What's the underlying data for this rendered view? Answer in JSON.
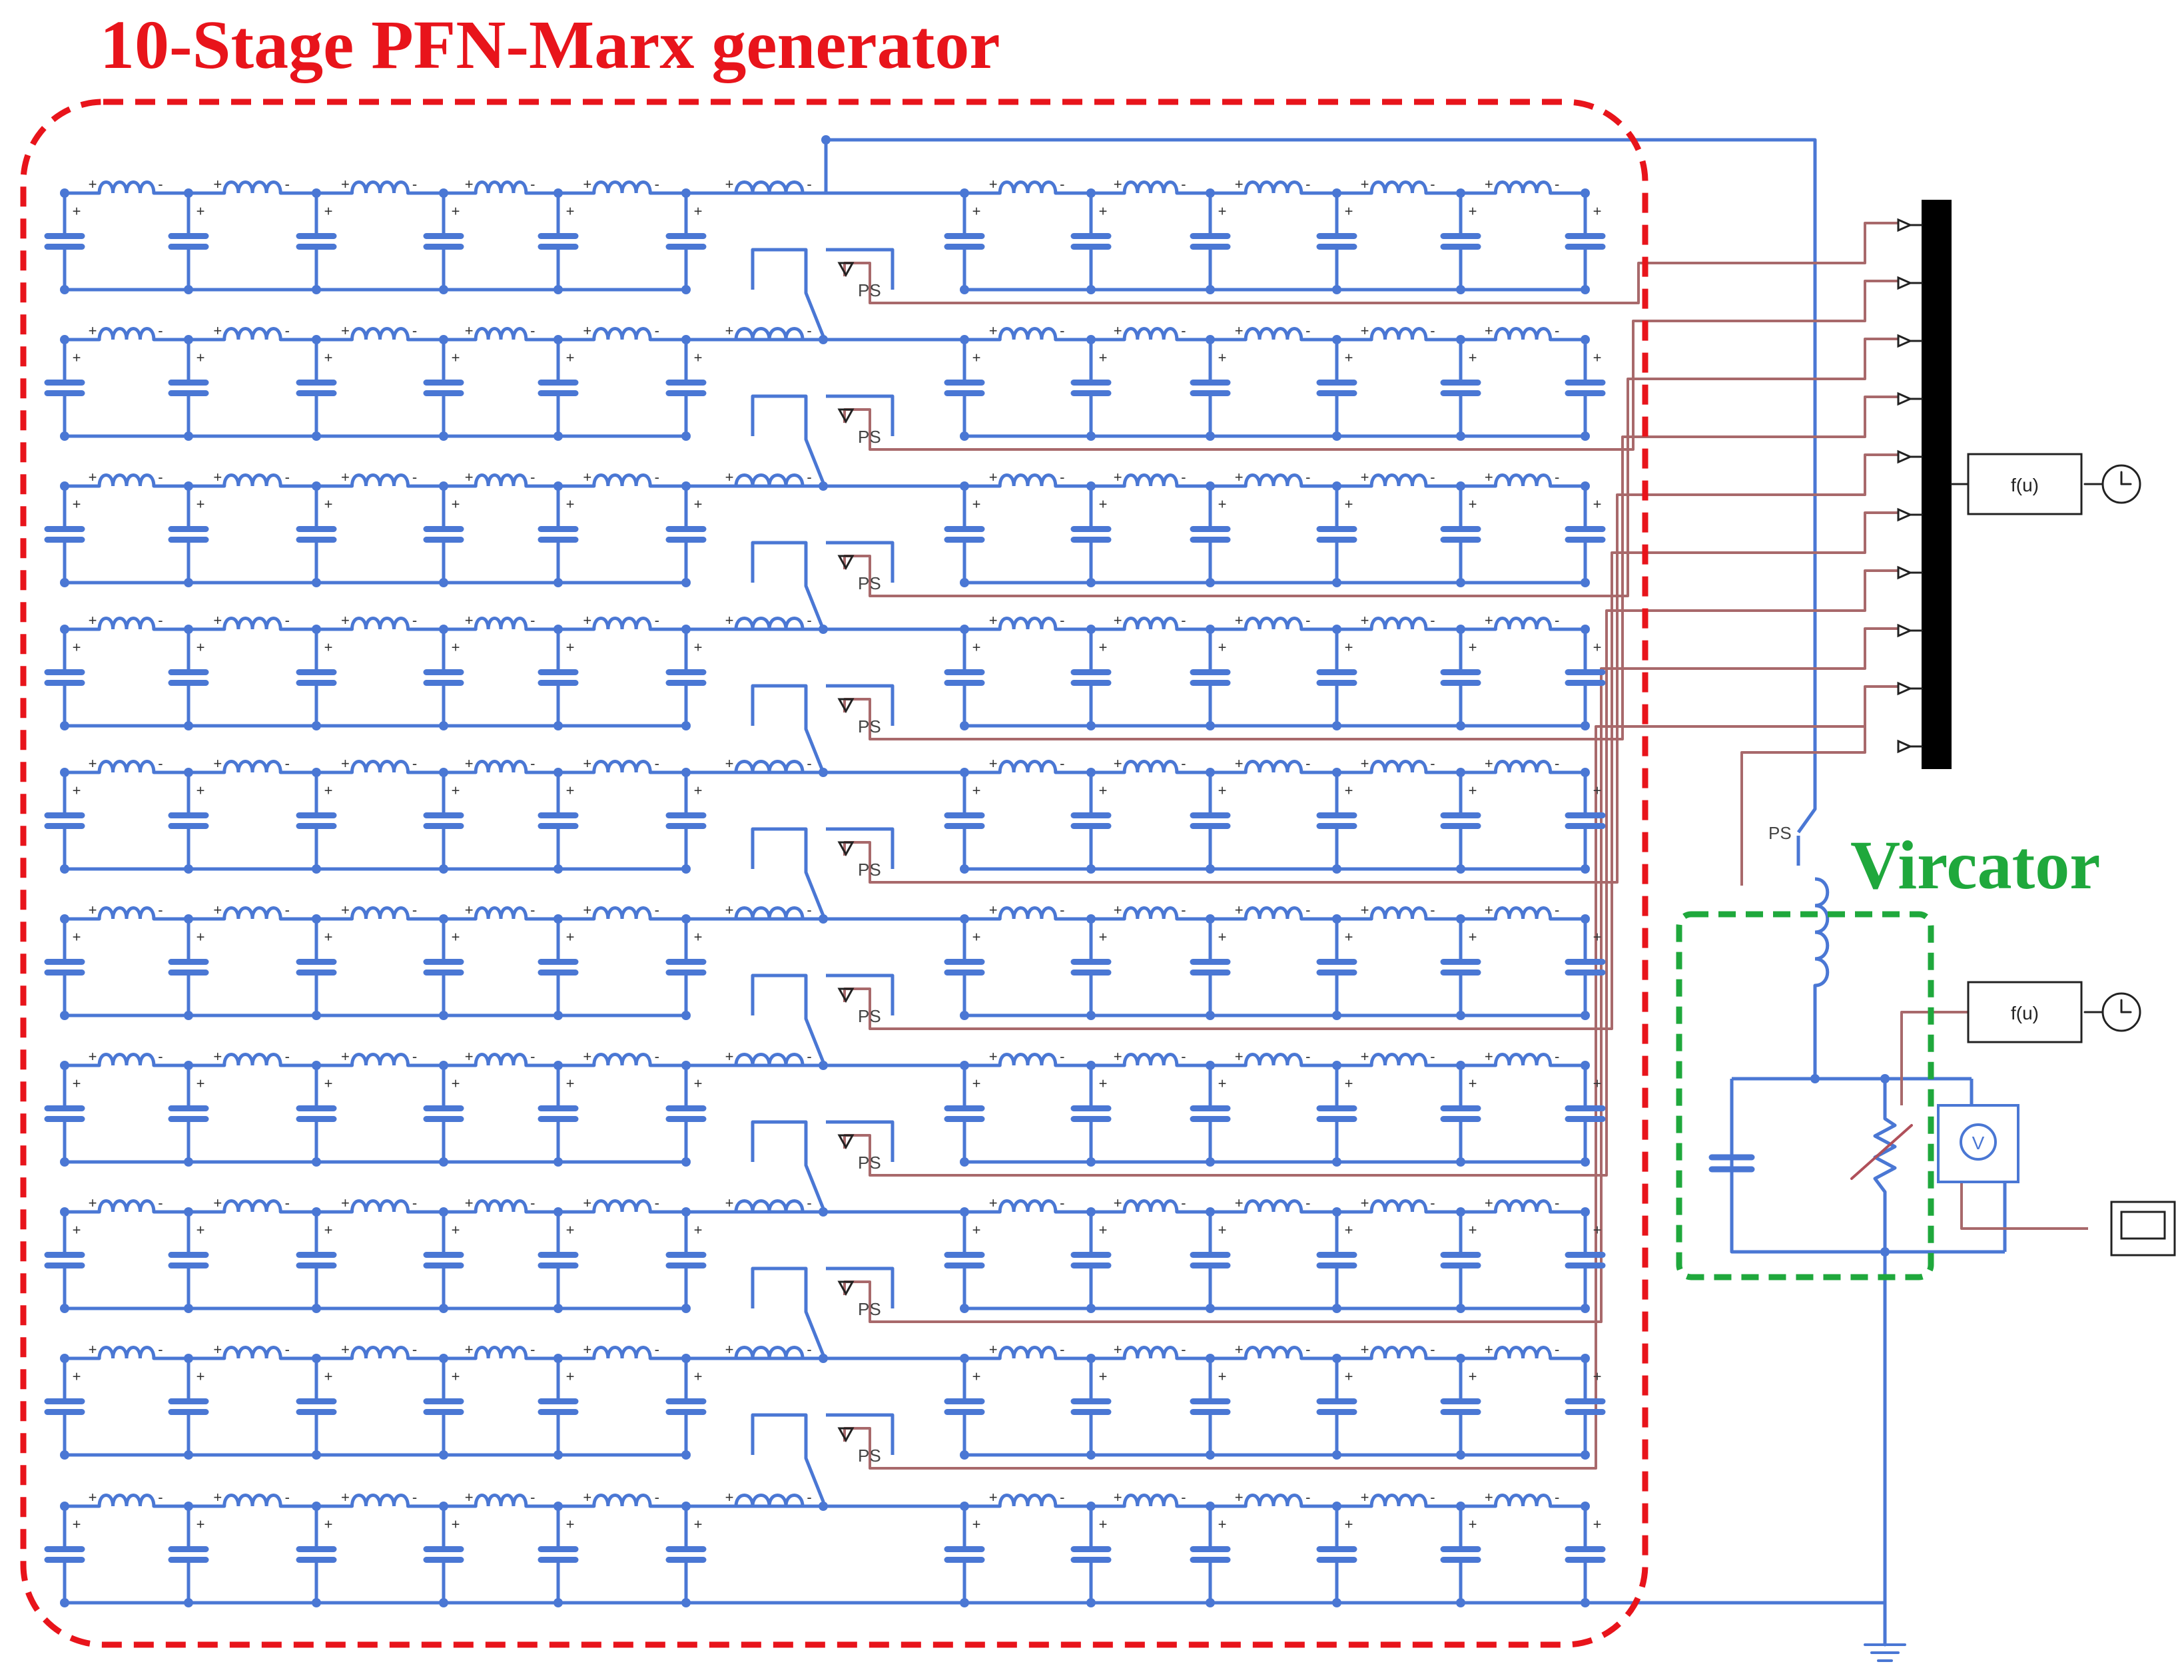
{
  "labels": {
    "marx_title": "10-Stage PFN-Marx generator",
    "vircator_title": "Vircator"
  },
  "blocks": {
    "fcn_label": "f(u)",
    "ps_label": "PS",
    "plus": "+",
    "minus": "-",
    "voltmeter_label": "V"
  },
  "structure": {
    "marx_stages": 10,
    "pfn_sections_per_row": 12,
    "mux_inputs": 10
  },
  "colors": {
    "wire": "#4a77d4",
    "signal": "#a8696b",
    "marx_border": "#e8141b",
    "vircator_border": "#1fa83c",
    "block_black": "#000000"
  }
}
